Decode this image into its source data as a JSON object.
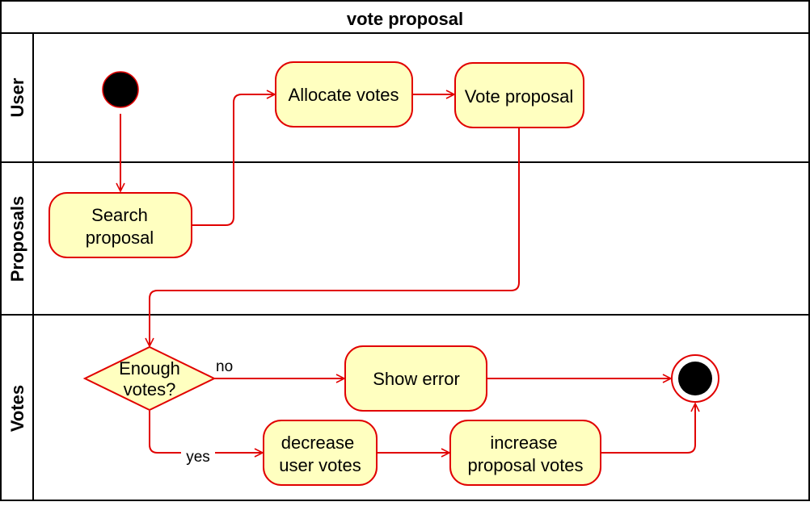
{
  "diagram": {
    "title": "vote proposal",
    "lanes": [
      "User",
      "Proposals",
      "Votes"
    ],
    "nodes": {
      "search": [
        "Search",
        "proposal"
      ],
      "allocate": "Allocate votes",
      "vote": "Vote proposal",
      "decision": [
        "Enough",
        "votes?"
      ],
      "error": "Show error",
      "decrease": [
        "decrease",
        "user votes"
      ],
      "increase": [
        "increase",
        "proposal votes"
      ]
    },
    "edge_labels": {
      "no": "no",
      "yes": "yes"
    },
    "colors": {
      "stroke": "#e10000",
      "fill": "#ffffc0",
      "border": "#000000",
      "node_fill_dark": "#000000"
    }
  }
}
